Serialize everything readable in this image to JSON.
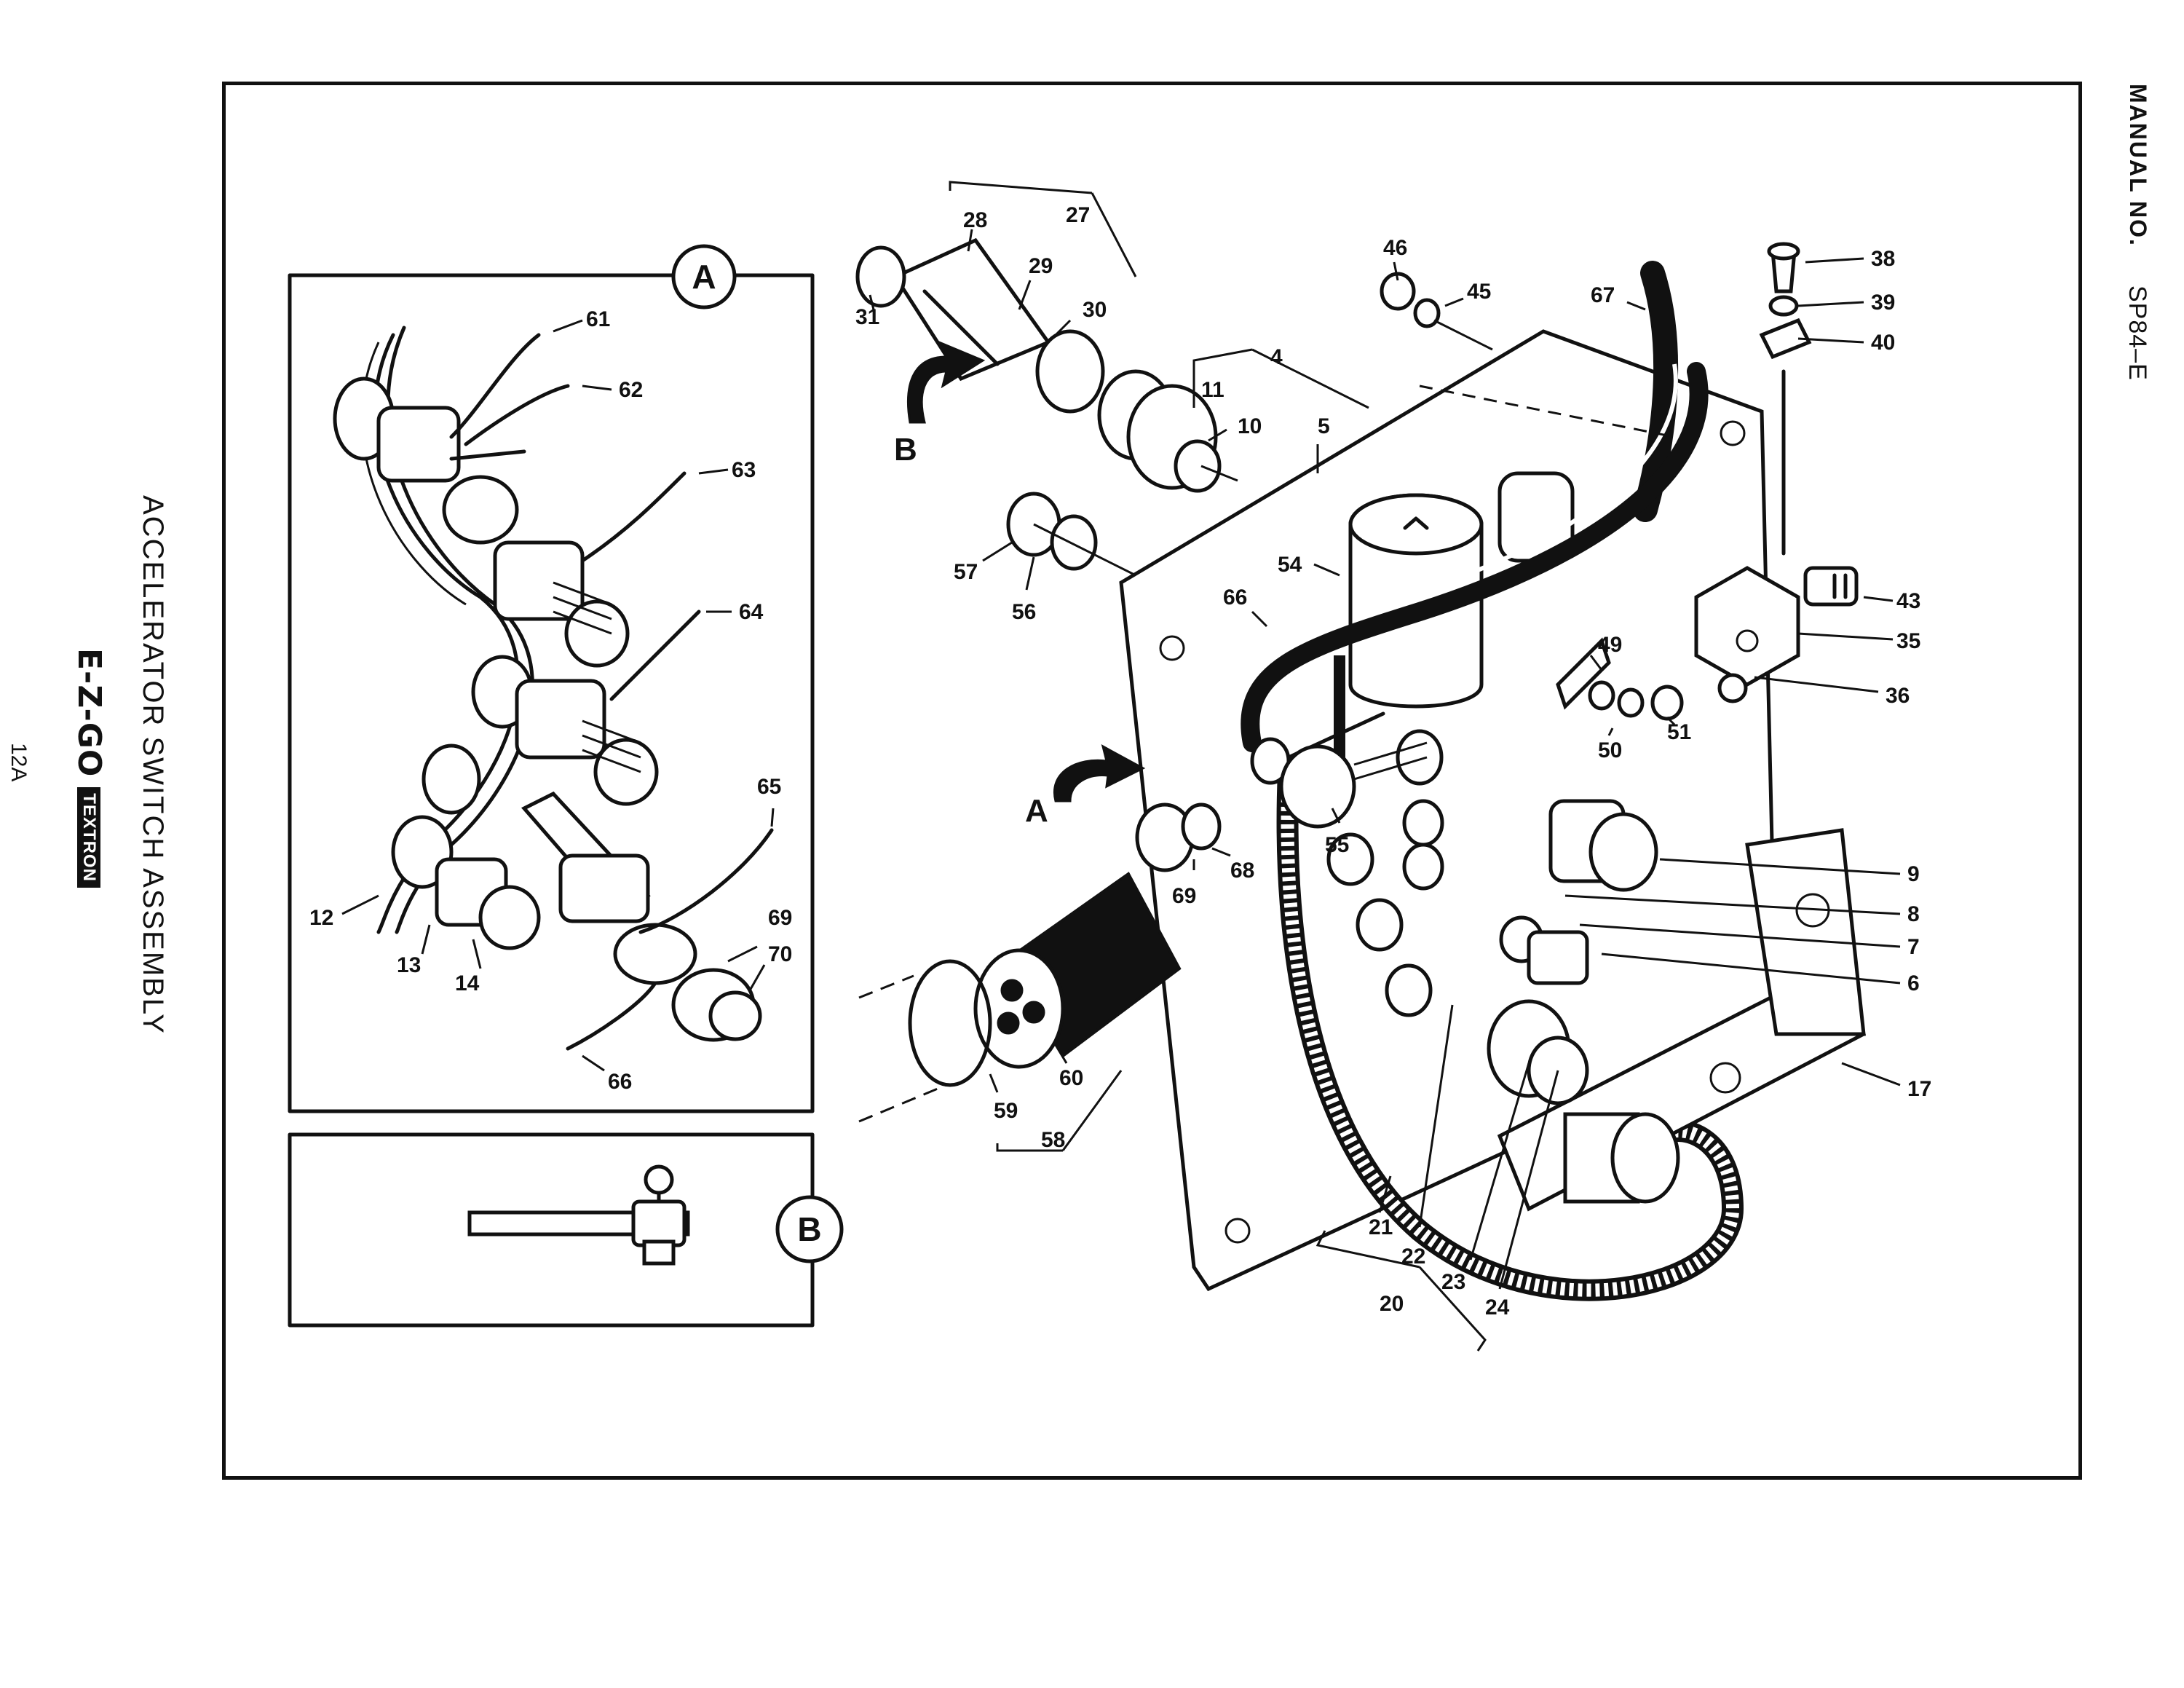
{
  "header": {
    "manual_no": "MANUAL NO.",
    "manual_code": "SP84–E"
  },
  "title": "ACCELERATOR SWITCH ASSEMBLY",
  "brand": {
    "main": "E-Z-GO",
    "sub": "TEXTRON"
  },
  "page_number": "12A",
  "insets": {
    "a_label": "A",
    "b_label": "B"
  },
  "view_markers": {
    "a": "A",
    "b": "B"
  },
  "callouts": {
    "inset_a": [
      "61",
      "62",
      "63",
      "64",
      "65",
      "69",
      "70",
      "66",
      "12",
      "13",
      "14"
    ],
    "main": [
      "27",
      "28",
      "29",
      "30",
      "31",
      "4",
      "11",
      "10",
      "5",
      "57",
      "56",
      "46",
      "45",
      "67",
      "38",
      "39",
      "40",
      "54",
      "66",
      "43",
      "35",
      "36",
      "49",
      "50",
      "51",
      "69",
      "68",
      "55",
      "9",
      "8",
      "7",
      "6",
      "17",
      "60",
      "59",
      "58",
      "21",
      "22",
      "23",
      "24",
      "20"
    ]
  }
}
